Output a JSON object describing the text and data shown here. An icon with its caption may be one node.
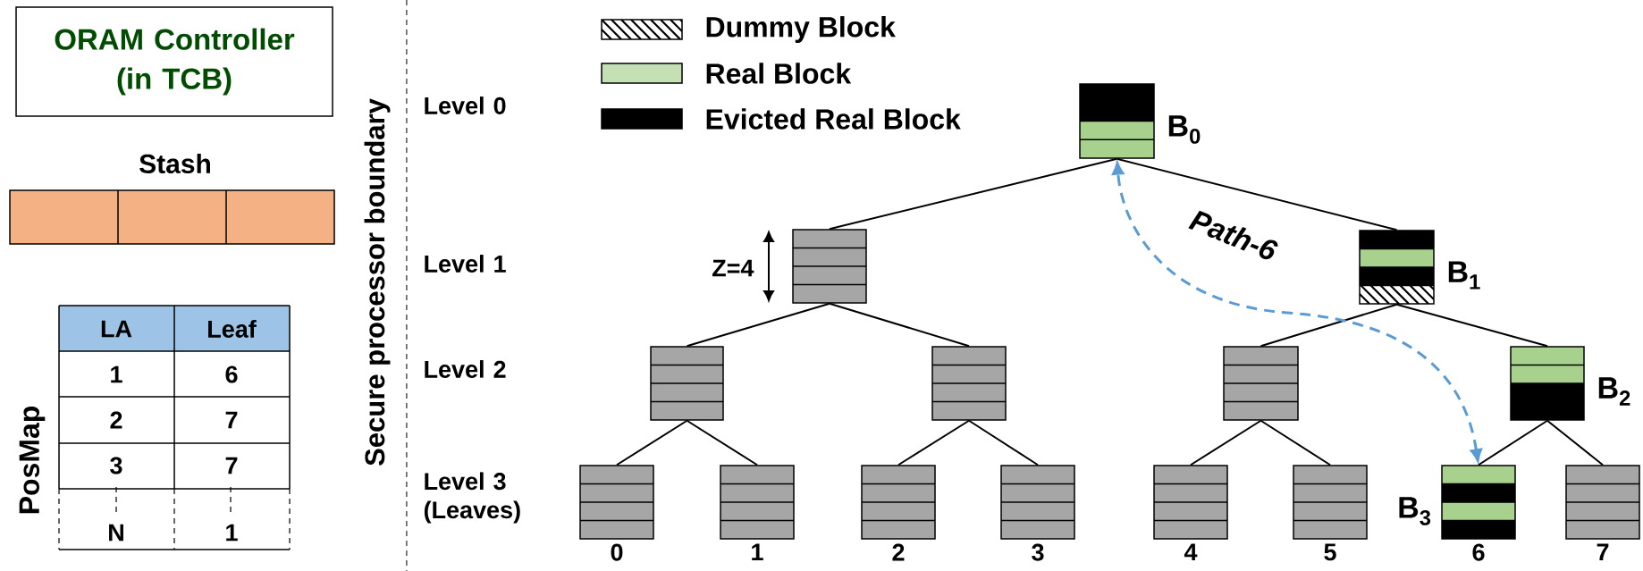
{
  "diagram": {
    "nodes": [
      {
        "text": [
          "ORAM Controller (in TCB)"
        ]
      },
      {
        "text": [
          "Stash"
        ]
      },
      {
        "text": [],
        "shape": "box",
        "beside": [
          "B$_{0}$"
        ]
      },
      {
        "text": [],
        "shape": "box"
      },
      {
        "text": [],
        "shape": "box",
        "beside": [
          "B$_{1}$"
        ]
      },
      {
        "text": [],
        "shape": "box"
      },
      {
        "text": [],
        "shape": "box"
      },
      {
        "text": [],
        "shape": "box"
      },
      {
        "text": [],
        "shape": "box",
        "beside": [
          "B$_{2}$"
        ]
      },
      {
        "text": [],
        "shape": "box",
        "beside": [
          "0"
        ]
      },
      {
        "text": [],
        "shape": "box",
        "beside": [
          "1"
        ]
      },
      {
        "text": [],
        "shape": "box",
        "beside": [
          "2"
        ]
      },
      {
        "text": [],
        "shape": "box",
        "beside": [
          "3"
        ]
      },
      {
        "text": [],
        "shape": "box",
        "beside": [
          "4"
        ]
      },
      {
        "text": [],
        "shape": "box",
        "beside": [
          "5"
        ]
      },
      {
        "text": [],
        "shape": "box",
        "beside": [
          "B$_{3}$",
          "6"
        ]
      },
      {
        "text": [],
        "shape": "box",
        "beside": [
          "7"
        ]
      }
    ],
    "edges": [
      {
        "from": 2,
        "to": 3,
        "arrow": "none"
      },
      {
        "from": 2,
        "to": 4,
        "arrow": "none"
      },
      {
        "from": 3,
        "to": 5,
        "arrow": "none"
      },
      {
        "from": 3,
        "to": 6,
        "arrow": "none"
      },
      {
        "from": 4,
        "to": 7,
        "arrow": "none"
      },
      {
        "from": 4,
        "to": 8,
        "arrow": "none"
      },
      {
        "from": 5,
        "to": 9,
        "arrow": "none"
      },
      {
        "from": 5,
        "to": 10,
        "arrow": "none"
      },
      {
        "from": 6,
        "to": 11,
        "arrow": "none"
      },
      {
        "from": 6,
        "to": 12,
        "arrow": "none"
      },
      {
        "from": 7,
        "to": 13,
        "arrow": "none"
      },
      {
        "from": 7,
        "to": 14,
        "arrow": "none"
      },
      {
        "from": 8,
        "to": 15,
        "arrow": "none"
      },
      {
        "from": 8,
        "to": 16,
        "arrow": "none"
      },
      {
        "from": 15,
        "to": 2,
        "arrow": "both",
        "label": "Path-6",
        "style": "dashed",
        "color": "#5b9bd5"
      }
    ],
    "labels": [
      "PosMap",
      "LA",
      "Leaf",
      "1",
      "6",
      "2",
      "7",
      "3",
      "7",
      "N",
      "1",
      "Secure processor boundary",
      "Level 0",
      "Level 1",
      "Z=4",
      "Level 2",
      "Level 3 (Leaves)"
    ],
    "legend": [
      {
        "text": "Dummy Block"
      },
      {
        "text": "Real Block",
        "color": "#c5e0b4"
      },
      {
        "text": "Evicted Real Block",
        "color": "#000000"
      }
    ]
  }
}
